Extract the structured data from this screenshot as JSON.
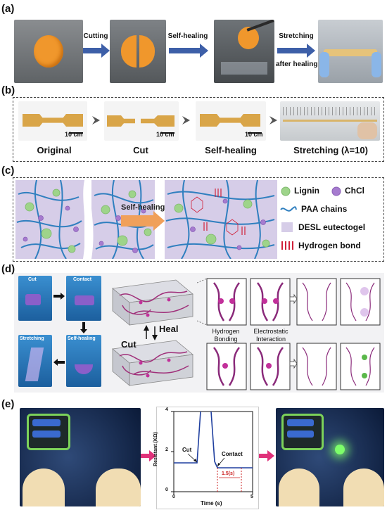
{
  "panel_labels": {
    "a": "(a)",
    "b": "(b)",
    "c": "(c)",
    "d": "(d)",
    "e": "(e)"
  },
  "panel_a": {
    "step1": "Cutting",
    "step2": "Self-healing",
    "step3_line1": "Stretching",
    "step3_line2": "after healing"
  },
  "panel_b": {
    "captions": [
      "Original",
      "Cut",
      "Self-healing",
      "Stretching (λ=10)"
    ],
    "scale": "10 cm"
  },
  "panel_c": {
    "arrow_label": "Self-healing",
    "legend": {
      "lignin": "Lignin",
      "chcl": "ChCl",
      "paa": "PAA chains",
      "desl": "DESL eutectogel",
      "hbond": "Hydrogen bond"
    }
  },
  "panel_d": {
    "photo_labels": {
      "cut": "Cut",
      "contact": "Contact",
      "stretching": "Stretching",
      "selfhealing": "Self-healing"
    },
    "cut": "Cut",
    "heal": "Heal",
    "hydrogen_line1": "Hydrogen",
    "hydrogen_line2": "Bonding",
    "electro_line1": "Electrostatic",
    "electro_line2": "Interaction"
  },
  "panel_e": {
    "cut": "Cut",
    "contact": "Contact",
    "interval": "1.5(s)",
    "xlabel": "Time (s)",
    "ylabel": "Resistant (KΩ)",
    "yticks": [
      "0",
      "2",
      "4"
    ],
    "xticks": [
      "0",
      "5"
    ]
  },
  "colors": {
    "arrow_blue": "#3d5fa8",
    "arrow_pink": "#e0317a",
    "gel_orange": "#f19a2e",
    "lignin_green": "#9ed48a",
    "chcl_purple": "#a67bcf",
    "paa_blue": "#2f7fbf",
    "desl_lavender": "#d6cde8",
    "hbond_red": "#d0213a"
  }
}
